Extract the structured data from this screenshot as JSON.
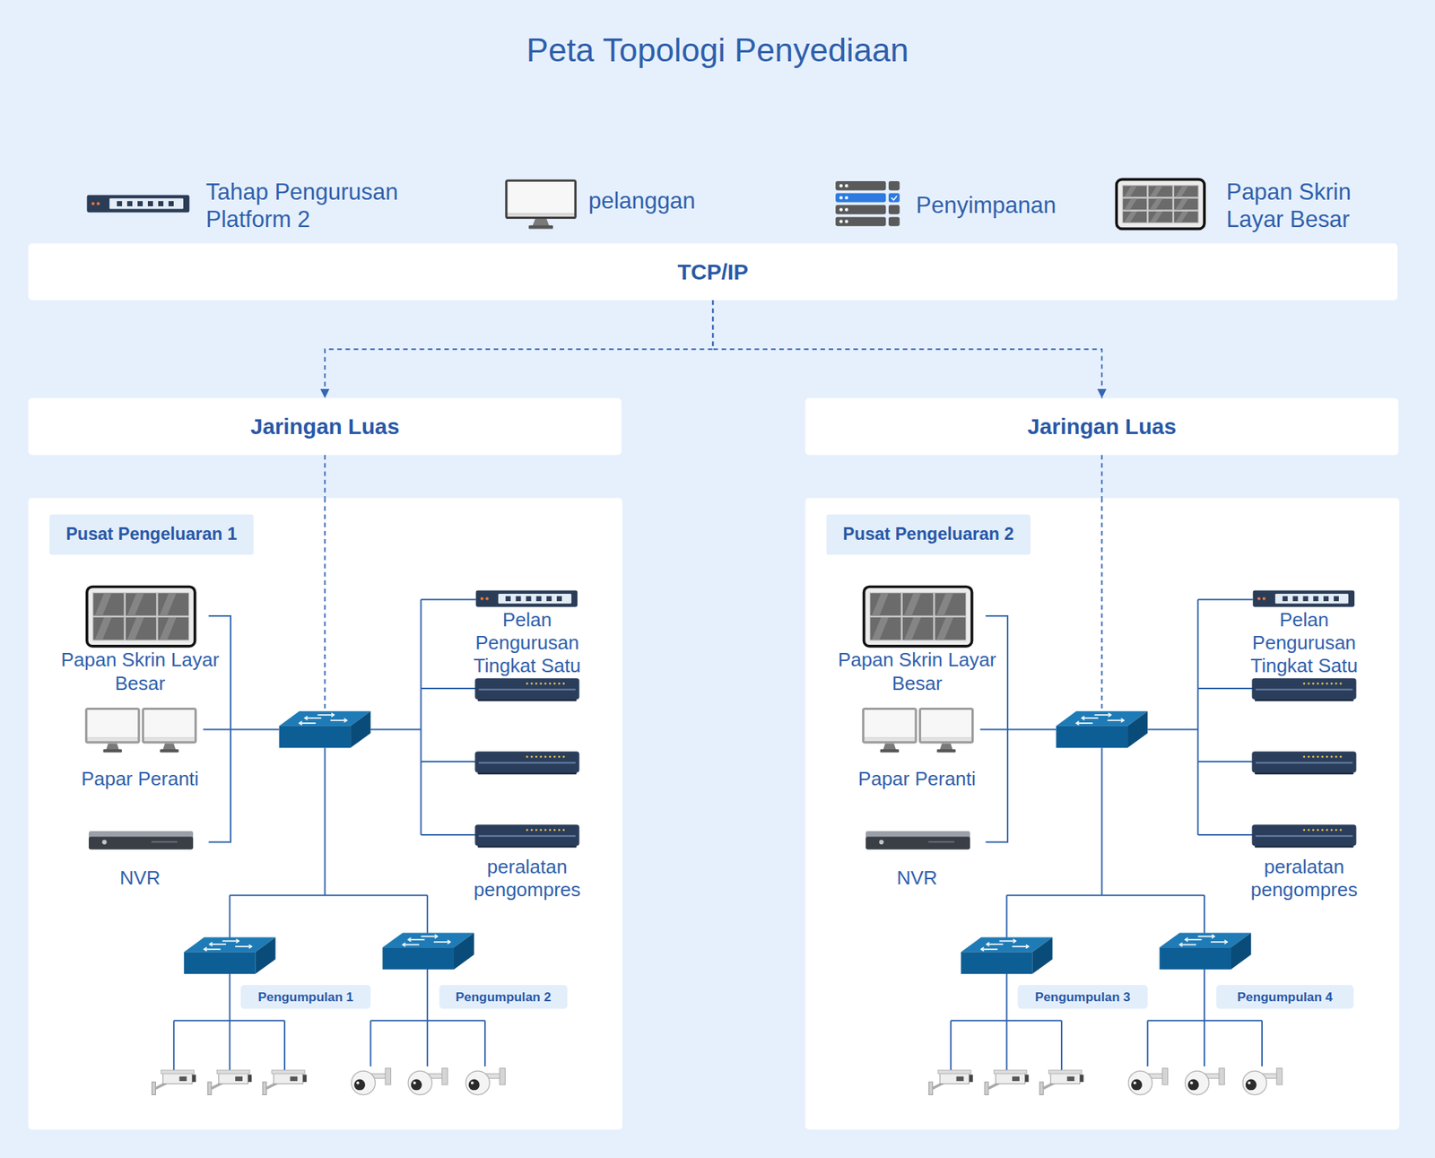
{
  "diagram": {
    "title": "Peta Topologi Penyediaan",
    "nodes": [
      {
        "text": [
          "Tahap Pengurusan Platform 2"
        ]
      },
      {
        "text": [
          "pelanggan"
        ]
      },
      {
        "text": [
          "Penyimpanan"
        ]
      },
      {
        "text": [
          "Papan Skrin Layar Besar"
        ]
      },
      {
        "text": [
          "TCP/IP"
        ]
      },
      {
        "text": [
          "Jaringan Luas"
        ]
      },
      {
        "text": [
          "Jaringan Luas"
        ]
      },
      {
        "text": [
          "Pusat Pengeluaran 1"
        ]
      },
      {
        "text": [
          "Papan Skrin Layar Besar"
        ],
        "in": 7
      },
      {
        "text": [
          "Papar Peranti"
        ],
        "in": 7
      },
      {
        "text": [
          "NVR"
        ],
        "in": 7
      },
      {
        "text": [
          "Pelan Pengurusan Tingkat Satu"
        ],
        "in": 7
      },
      {
        "text": [
          "peralatan pengompres"
        ],
        "in": 7
      },
      {
        "text": [
          "Pengumpulan 1"
        ],
        "in": 7
      },
      {
        "text": [
          "Pengumpulan 2"
        ],
        "in": 7
      },
      {
        "text": [
          "Pusat Pengeluaran 2"
        ]
      },
      {
        "text": [
          "Papan Skrin Layar Besar"
        ],
        "in": 15
      },
      {
        "text": [
          "Papar Peranti"
        ],
        "in": 15
      },
      {
        "text": [
          "NVR"
        ],
        "in": 15
      },
      {
        "text": [
          "Pelan Pengurusan Tingkat Satu"
        ],
        "in": 15
      },
      {
        "text": [
          "peralatan pengompres"
        ],
        "in": 15
      },
      {
        "text": [
          "Pengumpulan 3"
        ],
        "in": 15
      },
      {
        "text": [
          "Pengumpulan 4"
        ],
        "in": 15
      }
    ],
    "edges": [
      {
        "from": 4,
        "to": 5,
        "arrow": "to"
      },
      {
        "from": 4,
        "to": 6,
        "arrow": "to"
      },
      {
        "from": 5,
        "to": 7,
        "arrow": "none"
      },
      {
        "from": 6,
        "to": 15,
        "arrow": "none"
      }
    ]
  }
}
